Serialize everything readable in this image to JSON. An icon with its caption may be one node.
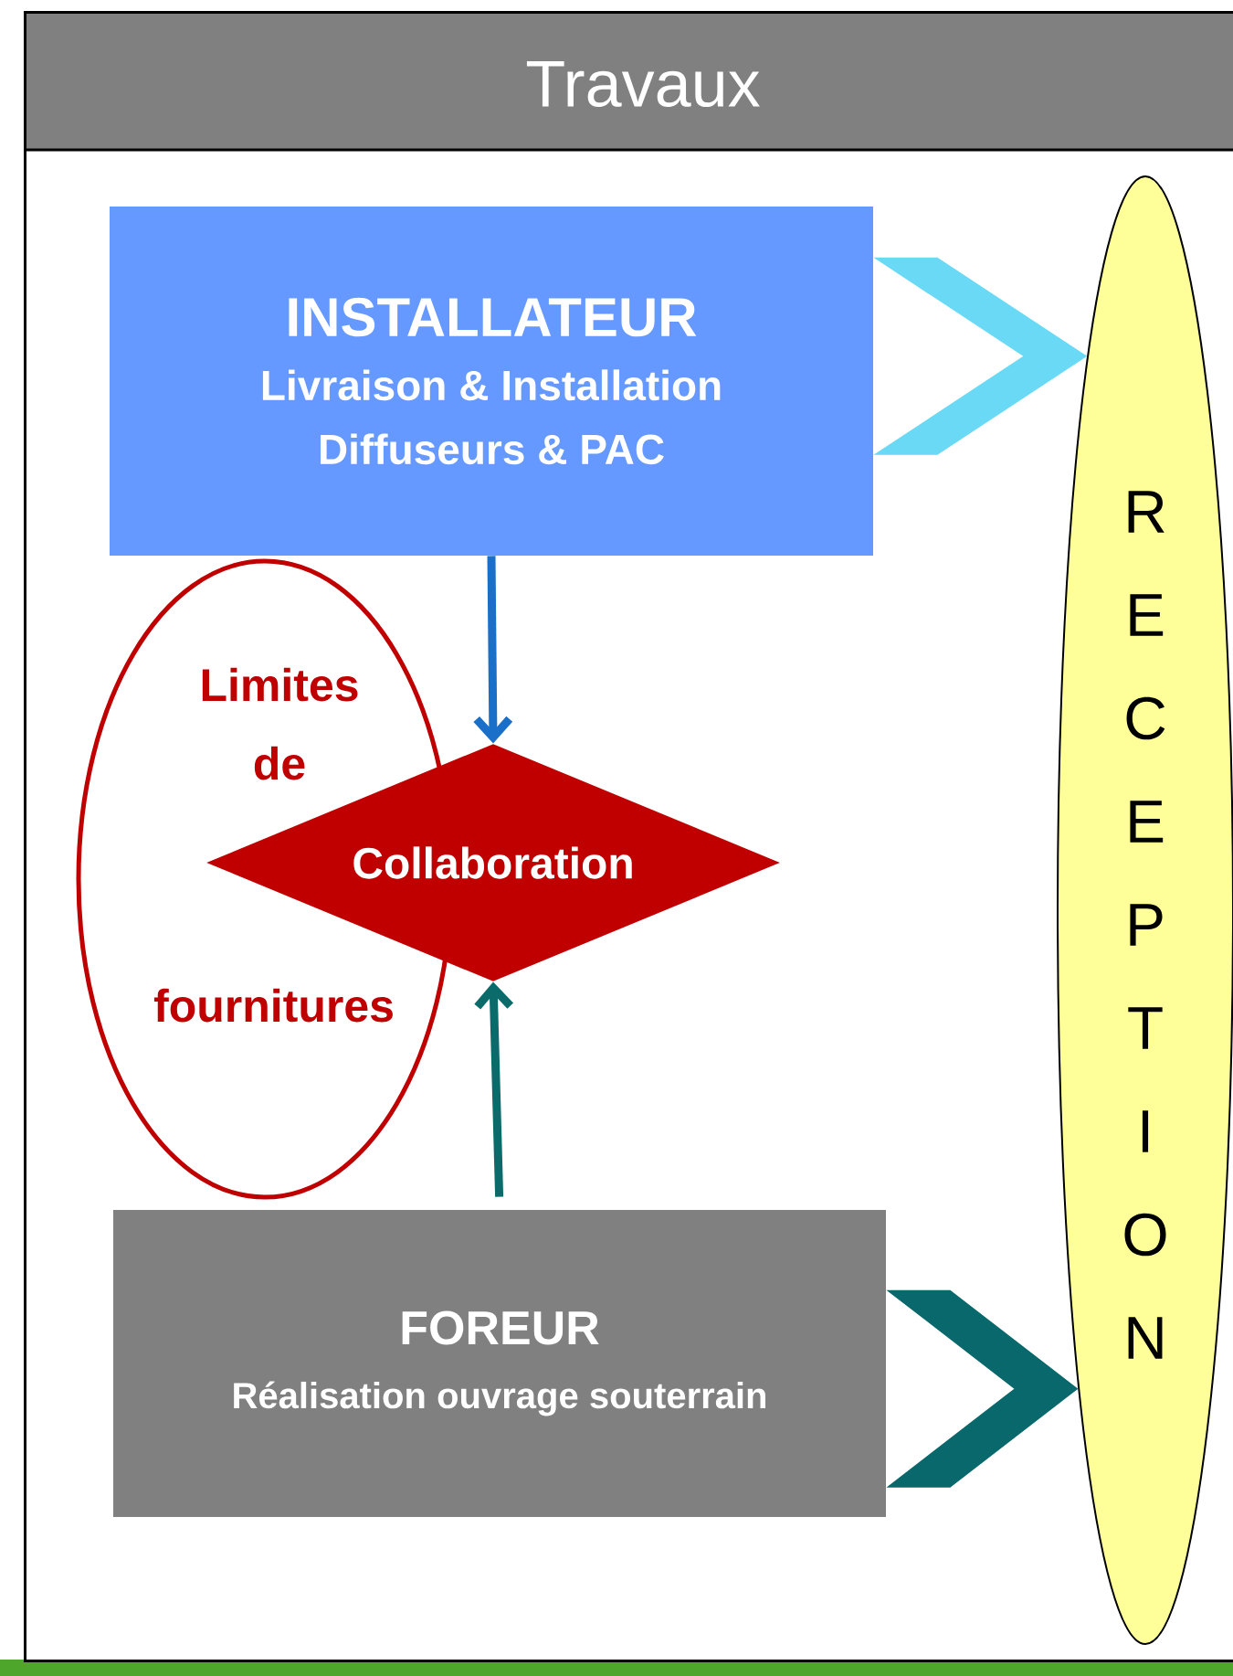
{
  "diagram": {
    "nodes": [
      {
        "text": [
          "Travaux"
        ]
      },
      {
        "text": [
          "INSTALLATEUR",
          "Livraison & Installation Diffuseurs & PAC"
        ],
        "in": 0
      },
      {
        "text": [
          "Limites de",
          "fournitures"
        ],
        "in": 0
      },
      {
        "text": [
          "Collaboration"
        ],
        "in": 0
      },
      {
        "text": [
          "FOREUR",
          "Réalisation ouvrage souterrain"
        ],
        "in": 0
      },
      {
        "text": [
          "RECEPTION"
        ],
        "in": 0
      }
    ],
    "edges": [
      {
        "from": 1,
        "to": 3,
        "arrow": "to",
        "color": "#1a6fc8"
      },
      {
        "from": 4,
        "to": 3,
        "arrow": "to",
        "color": "#0b6b6b"
      },
      {
        "from": 1,
        "to": 5,
        "arrow": "to",
        "style": "thick",
        "color": "#6ad9f5"
      },
      {
        "from": 4,
        "to": 5,
        "arrow": "to",
        "style": "thick",
        "color": "#08686b"
      }
    ]
  }
}
